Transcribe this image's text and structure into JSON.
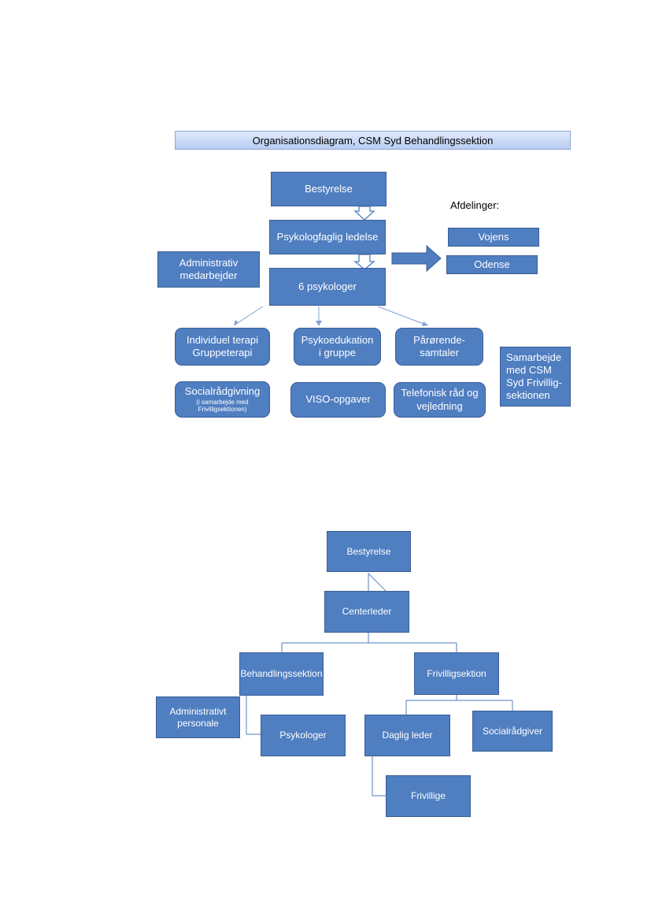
{
  "top_chart": {
    "title": "Organisationsdiagram, CSM Syd Behandlingssektion",
    "bestyrelse": "Bestyrelse",
    "ledelse": "Psykologfaglig ledelse",
    "psykologer": "6 psykologer",
    "admin_line1": "Administrativ",
    "admin_line2": "medarbejder",
    "afdelinger_label": "Afdelinger:",
    "vojens": "Vojens",
    "odense": "Odense",
    "individuel_line1": "Individuel terapi",
    "individuel_line2": "Gruppeterapi",
    "psykoedukation_line1": "Psykoedukation",
    "psykoedukation_line2": "i gruppe",
    "paarorende_line1": "Pårørende-",
    "paarorende_line2": "samtaler",
    "social_line1": "Socialrådgivning",
    "social_note1": "(i samarbejde med",
    "social_note2": "Frivilligsektionen)",
    "viso": "VISO-opgaver",
    "telefonisk_line1": "Telefonisk råd og",
    "telefonisk_line2": "vejledning",
    "samarbejde_line1": "Samarbejde",
    "samarbejde_line2": "med CSM",
    "samarbejde_line3": "Syd Frivillig-",
    "samarbejde_line4": "sektionen"
  },
  "bottom_chart": {
    "bestyrelse": "Bestyrelse",
    "centerleder": "Centerleder",
    "behandlingssektion": "Behandlingssektion",
    "frivilligsektion": "Frivilligsektion",
    "admin_line1": "Administrativt",
    "admin_line2": "personale",
    "psykologer": "Psykologer",
    "daglig_leder": "Daglig leder",
    "socialraadgiver": "Socialrådgiver",
    "frivillige": "Frivillige"
  },
  "colors": {
    "box_fill": "#4f7ec1",
    "box_border": "#3b5f95",
    "connector": "#6f95c9",
    "title_gradient_top": "#dfe9fa",
    "title_gradient_bottom": "#b8cdf2"
  }
}
